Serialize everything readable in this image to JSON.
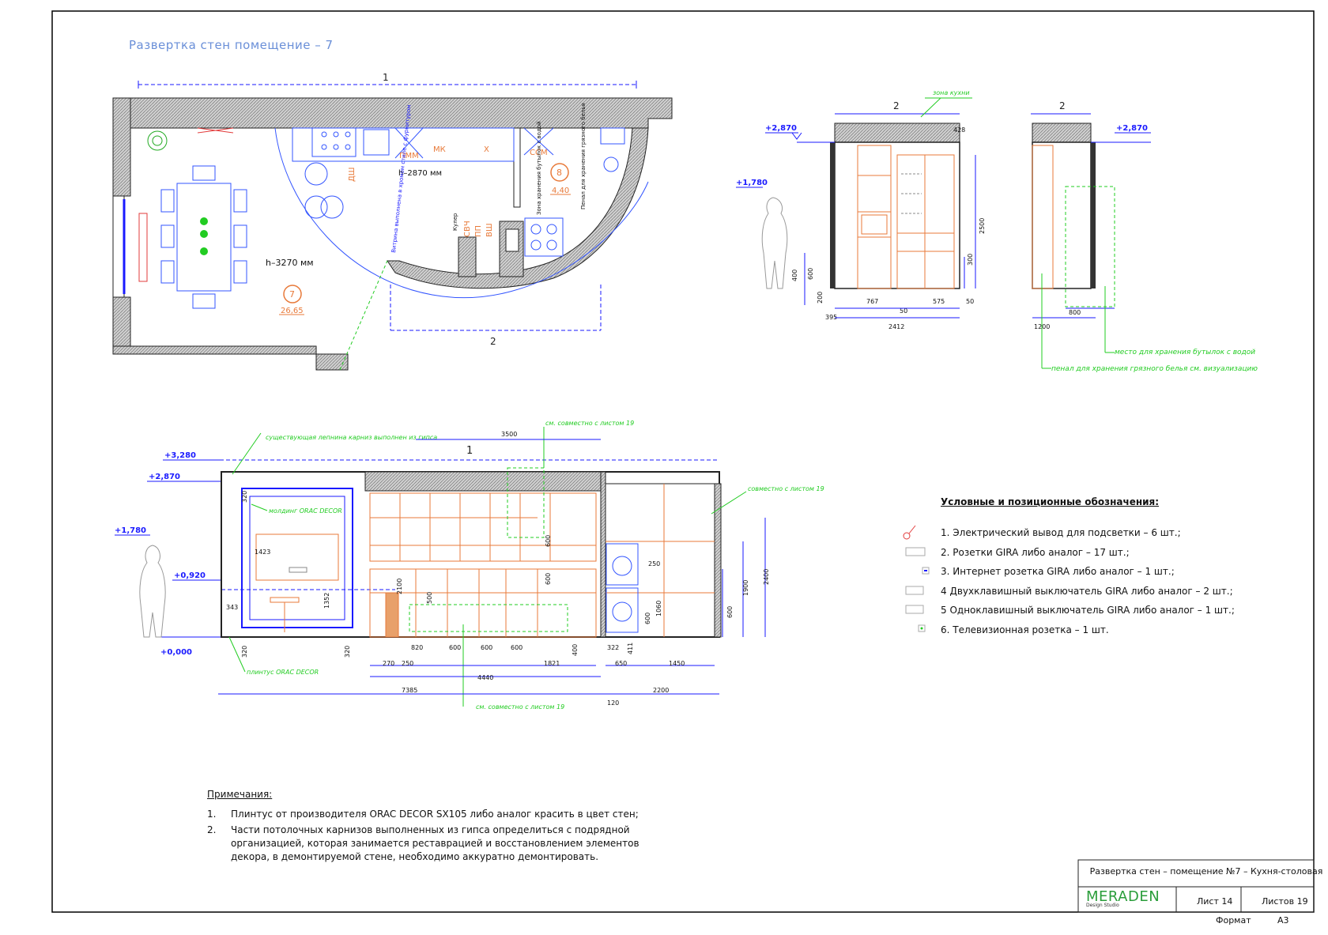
{
  "page_title": "Развертка стен помещение – 7",
  "plan": {
    "room7_height": "h–3270 мм",
    "room7_number": "7",
    "room7_area": "26,65",
    "room8_height": "h–2870 мм",
    "room8_number": "8",
    "room8_area": "4,40",
    "label_pmm": "ПММ",
    "label_mk": "МК",
    "label_x": "Х",
    "label_ssm": "ССМ",
    "label_dsh": "ДШ",
    "label_svch": "СВЧ",
    "label_pp": "ПП",
    "label_vsh": "ВШ",
    "label_kuler": "Кулер",
    "label_vitrina": "Витрина выполнена в хромом стиле с фурнитуром",
    "label_zona_hran": "Зона хранения бутылок с водой",
    "label_penal": "Пенал для хранения грязного белья",
    "dim_1": "1",
    "dim_2": "2"
  },
  "elev2": {
    "marker": "2",
    "marker_b": "2",
    "zona_kuhni": "зона кухни",
    "level_2870_a": "+2,870",
    "level_2870_b": "+2,870",
    "level_1780": "+1,780",
    "dims": [
      "428",
      "2500",
      "300",
      "600",
      "400",
      "200",
      "767",
      "50",
      "575",
      "50",
      "395",
      "2412",
      "800",
      "1200"
    ],
    "note_butylki": "место для хранения бутылок с водой",
    "note_penal": "пенал для хранения грязного белья см. визуализацию"
  },
  "elev1": {
    "marker": "1",
    "levels": [
      "+3,280",
      "+2,870",
      "+1,780",
      "+0,920",
      "+0,000"
    ],
    "note_karniz": "существующая лепнина карниз выполнен из гипса",
    "note_molding": "молдинг ORAC DECOR",
    "note_plintus": "плинтус ORAC DECOR",
    "note_sovm19_a": "см. совместно с листом 19",
    "note_sovm19_b": "совместно с листом 19",
    "note_sovm19_c": "см. совместно с листом 19",
    "dims": [
      "3500",
      "320",
      "1423",
      "343",
      "1352",
      "320",
      "320",
      "2100",
      "500",
      "600",
      "400",
      "270",
      "250",
      "820",
      "600",
      "600",
      "600",
      "1821",
      "4440",
      "7385",
      "120",
      "250",
      "600",
      "1060",
      "600",
      "411",
      "322",
      "650",
      "1450",
      "2200",
      "600",
      "1900",
      "2400"
    ]
  },
  "legend": {
    "title": "Условные и позиционные обозначения:",
    "items": [
      "1.  Электрический вывод для подсветки  – 6 шт.;",
      "2.  Розетки  GIRA либо аналог – 17 шт.;",
      "3. Интернет розетка GIRA либо аналог – 1 шт.;",
      "4 Двухклавишный выключатель GIRA либо аналог – 2 шт.;",
      "5 Одноклавишный  выключатель GIRA либо аналог – 1 шт.;",
      "6. Телевизионная розетка – 1 шт."
    ]
  },
  "notes": {
    "title": "Примечания:",
    "items": [
      {
        "num": "1.",
        "text": "Плинтус от производителя ORAC DECOR  SX105 либо аналог красить в цвет стен;"
      },
      {
        "num": "2.",
        "text": "Части потолочных карнизов выполненных из гипса определиться с подрядной организацией, которая занимается реставрацией и восстановлением элементов декора, в демонтируемой стене, необходимо аккуратно демонтировать."
      }
    ]
  },
  "title_block": {
    "title": "Развертка стен – помещение №7 – Кухня-столовая",
    "logo": "MERADEN",
    "logo_sub": "Design Studio",
    "sheet": "Лист 14",
    "sheets": "Листов 19",
    "format_label": "Формат",
    "format_value": "А3"
  },
  "colors": {
    "wall_hatch": "#555555",
    "furniture": "#e87a3a",
    "dimension": "#1a1aff",
    "annotation": "#22cc22",
    "plan_lines": "#3355ff"
  }
}
